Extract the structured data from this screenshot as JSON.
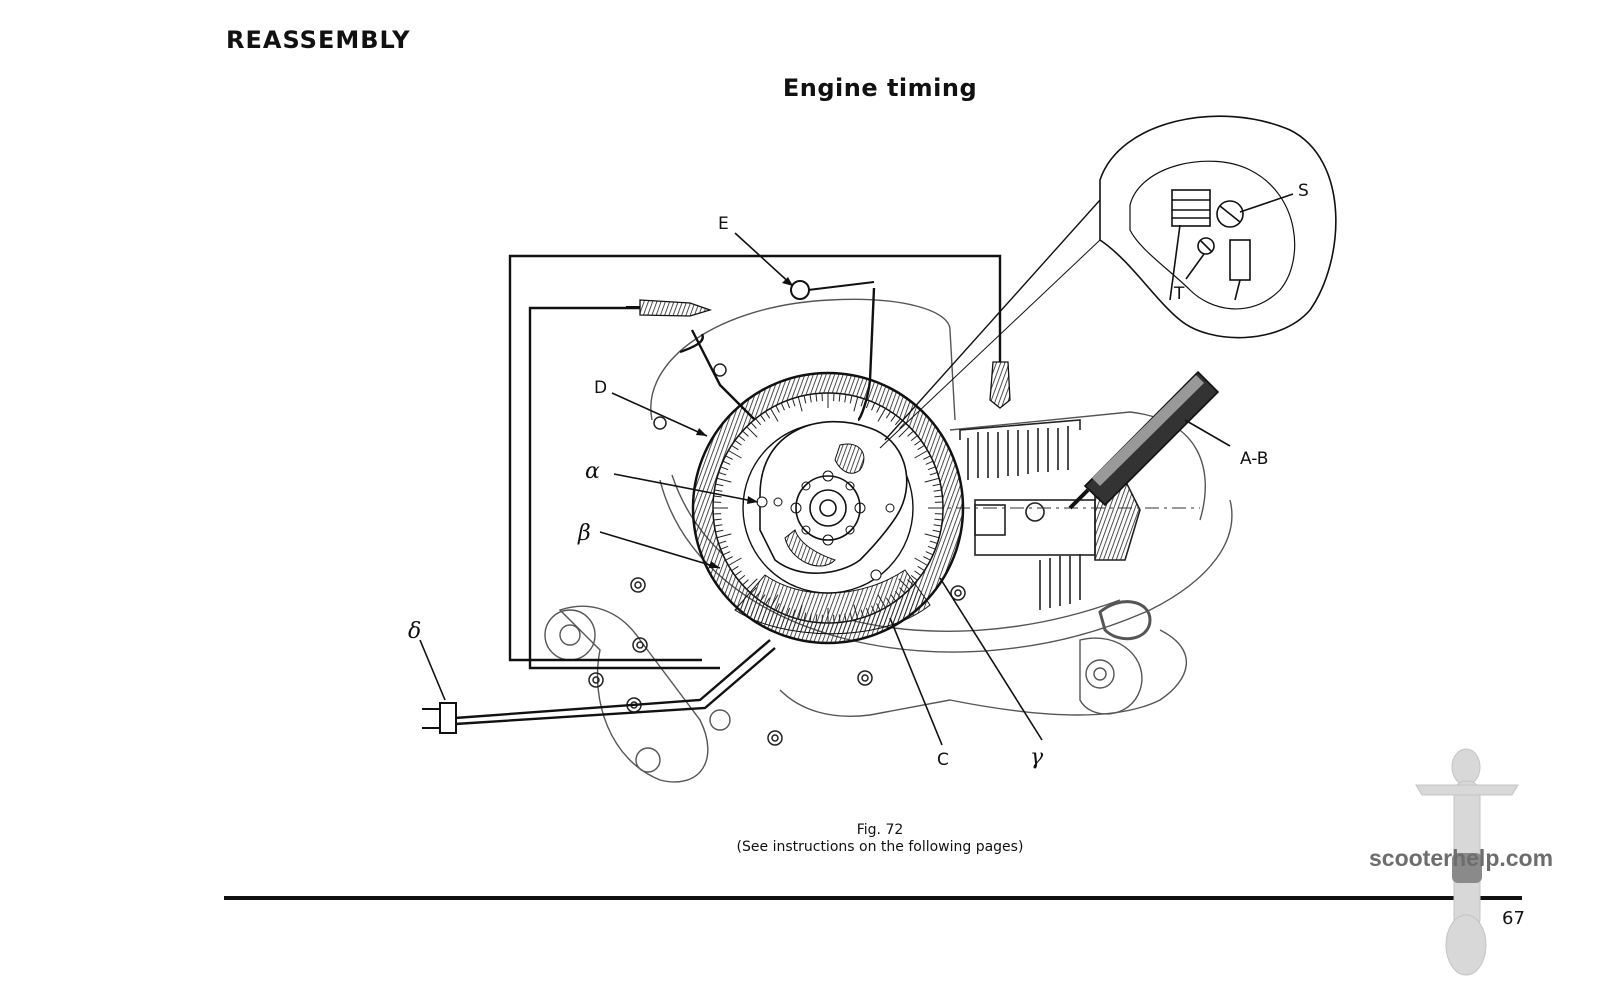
{
  "header": {
    "section_title": "REASSEMBLY",
    "page_heading": "Engine timing"
  },
  "figure": {
    "caption_line1": "Fig. 72",
    "caption_line2": "(See instructions on the following pages)",
    "callouts": {
      "E": "E",
      "S": "S",
      "T": "T",
      "D": "D",
      "alpha": "α",
      "beta": "β",
      "delta": "δ",
      "AB": "A-B",
      "C": "C",
      "gamma": "γ"
    }
  },
  "footer": {
    "page_number": "67",
    "watermark": "scooterhelp.com"
  },
  "colors": {
    "ink": "#111111",
    "line_gray": "#555555",
    "watermark": "#6d6d6d"
  }
}
